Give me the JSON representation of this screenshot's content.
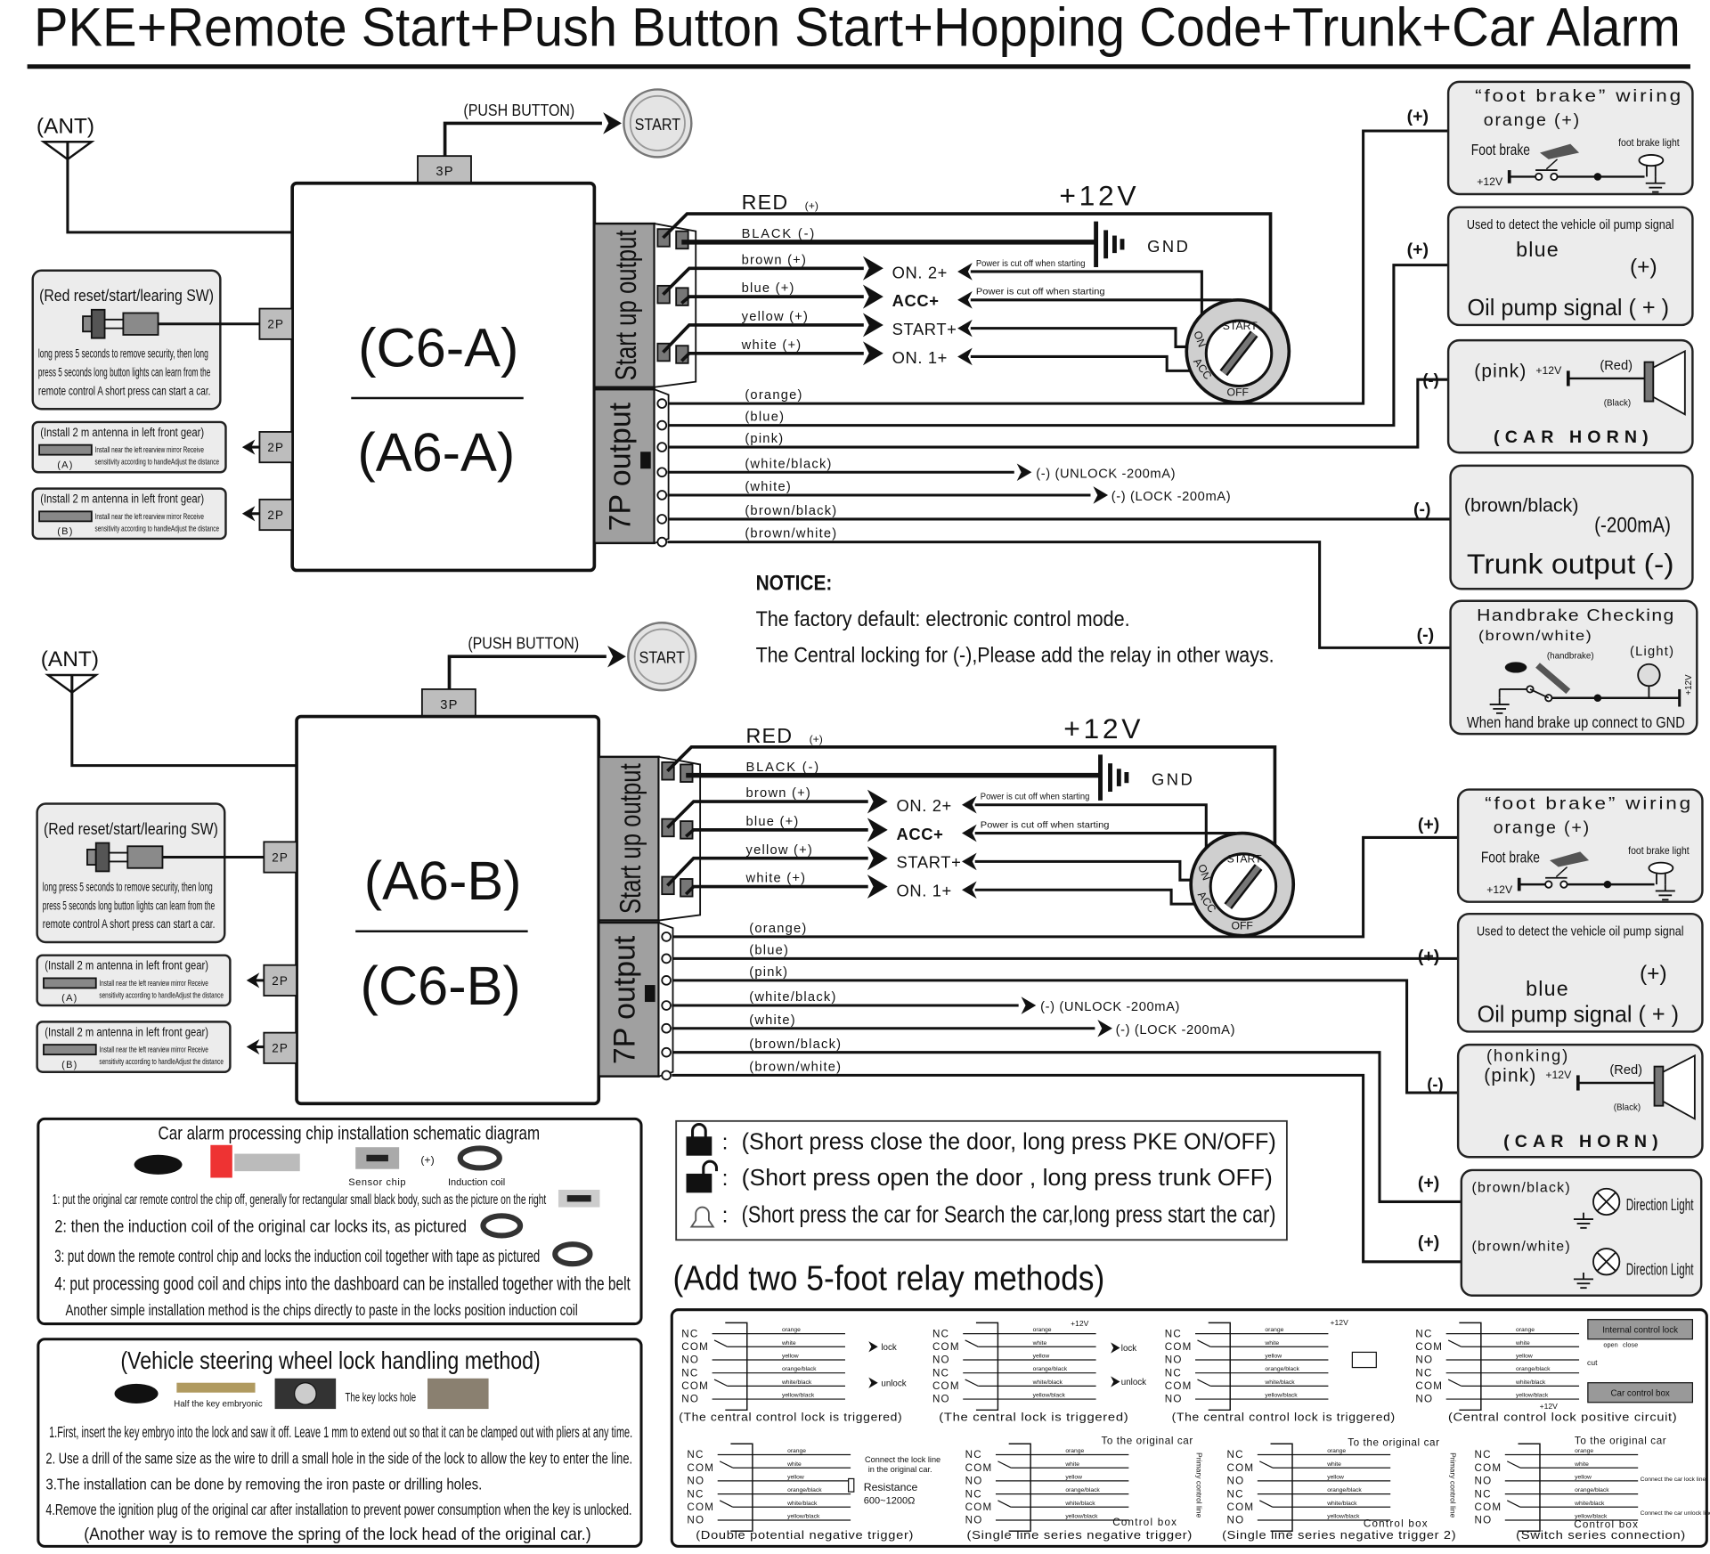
{
  "title": "PKE+Remote Start+Push Button Start+Hopping Code+Trunk+Car Alarm",
  "modules": [
    {
      "id_top": "(C6-A)",
      "id_bottom": "(A6-A)"
    },
    {
      "id_top": "(A6-B)",
      "id_bottom": "(C6-B)"
    }
  ],
  "common": {
    "ant": "(ANT)",
    "push_button": "(PUSH BUTTON)",
    "start_button": "START",
    "conn_3p": "3P",
    "conn_2p": "2P",
    "reset_sw": {
      "title": "(Red reset/start/learing SW)",
      "lines": [
        "long press 5 seconds to remove security, then long",
        "press  5 seconds long button lights can learn from the",
        "remote control  A short press can start a car."
      ]
    },
    "antennas": [
      {
        "title": "(Install 2 m antenna in left front gear)",
        "tag": "(A)"
      },
      {
        "title": "(Install 2 m antenna in left front gear)",
        "tag": "(B)"
      }
    ],
    "antenna_lines": [
      "Install near the left rearview mirror Receive",
      "sensitivity according to handleAdjust the distance"
    ],
    "startup_label": "Start up output",
    "out7p_label": "7P output",
    "v12": "+12V",
    "gnd": "GND",
    "red": "RED",
    "red_sign": "(+)",
    "black": "BLACK (-)",
    "power_wires": [
      "brown (+)",
      "blue (+)",
      "yellow (+)",
      "white (+)"
    ],
    "outputs": [
      "ON. 2+",
      "ACC+",
      "START+",
      "ON. 1+"
    ],
    "power_cut": "Power is cut off  when starting",
    "ignition": {
      "start": "START",
      "on": "ON",
      "acc": "ACC",
      "off": "OFF"
    },
    "out7p_wires": [
      "(orange)",
      "(blue)",
      "(pink)",
      "(white/black)",
      "(white)",
      "(brown/black)",
      "(brown/white)"
    ],
    "unlock": "(-) (UNLOCK -200mA)",
    "lock": "(-) (LOCK  -200mA)"
  },
  "panels_top": {
    "foot_brake": {
      "sign": "(+)",
      "title": "“foot brake”  wiring",
      "wire": "orange (+)",
      "pedal": "Foot brake",
      "light": "foot brake light",
      "v12": "+12V"
    },
    "oil_pump": {
      "sign": "(+)",
      "note": "Used to detect the vehicle oil pump signal",
      "wire": "blue",
      "out": "(+)",
      "title": "Oil pump signal ( + )"
    },
    "horn": {
      "sign": "(-)",
      "wire": "(pink)",
      "v12": "+12V",
      "red": "(Red)",
      "black": "(Black)",
      "title": "(CAR  HORN)"
    },
    "trunk": {
      "sign": "(-)",
      "wire": "(brown/black)",
      "current": "(-200mA)",
      "title": "Trunk  output (-)"
    },
    "handbrake": {
      "sign": "(-)",
      "title": "Handbrake Checking",
      "wire": "(brown/white)",
      "handbrake": "(handbrake)",
      "light": "(Light)",
      "v12": "+12V",
      "note": "When hand brake up connect to GND"
    }
  },
  "panels_bottom": {
    "foot_brake": {
      "sign": "(+)",
      "title": "“foot brake”  wiring",
      "wire": "orange (+)",
      "pedal": "Foot brake",
      "light": "foot brake light",
      "v12": "+12V"
    },
    "oil_pump": {
      "sign": "(+)",
      "note": "Used to detect the vehicle oil pump signal",
      "wire": "blue",
      "out": "(+)",
      "title": "Oil pump signal ( + )"
    },
    "horn": {
      "sign": "(-)",
      "honking": "(honking)",
      "wire": "(pink)",
      "v12": "+12V",
      "red": "(Red)",
      "black": "(Black)",
      "title": "(CAR  HORN)"
    },
    "direction": {
      "signs": [
        "(+)",
        "(+)"
      ],
      "wires": [
        "(brown/black)",
        "(brown/white)"
      ],
      "label": "Direction Light"
    }
  },
  "notice": {
    "heading": "NOTICE:",
    "lines": [
      "The factory default: electronic control mode.",
      "The Central locking for (-),Please add the relay in other ways."
    ]
  },
  "legend": {
    "colon": ":",
    "items": [
      {
        "icon": "lock-icon",
        "text": "(Short press close the door, long press PKE ON/OFF)"
      },
      {
        "icon": "unlock-icon",
        "text": "(Short press open the door , long press trunk OFF)"
      },
      {
        "icon": "bell-icon",
        "text": "(Short press the car for Search the car,long press start the car)"
      }
    ]
  },
  "chip_box": {
    "title": "Car alarm processing chip installation schematic diagram",
    "sensor_chip": "Sensor chip",
    "plus": "(+)",
    "induction_coil": "Induction coil",
    "lines": [
      "1: put the original car remote control the chip off, generally for rectangular small black body, such as the picture on the right",
      "2: then the induction coil of the original car locks its, as pictured",
      "3: put down the remote control chip and locks the induction coil together with tape as pictured",
      "4: put processing good coil and chips into the dashboard can be installed together with the belt",
      "Another simple installation method is the chips directly to paste in the locks position induction coil"
    ]
  },
  "steering_box": {
    "title": "(Vehicle steering wheel lock handling method)",
    "key_embryo": "Half the key embryonic",
    "key_hole": "The key locks hole",
    "lines": [
      "1.First, insert the key embryo into the lock and saw it off. Leave 1 mm to extend out so that it can be clamped out with pliers at any time.",
      "2. Use a drill of the same size as the wire to drill a small hole in the side of the lock to allow the key to enter the line.",
      "3.The installation can be done by removing the iron paste or drilling holes.",
      "4.Remove the ignition plug of the original car after installation to prevent power consumption when the key is unlocked.",
      "(Another way is to remove the spring of the lock head of the original car.)"
    ]
  },
  "relay": {
    "heading": "(Add two 5-foot relay methods)",
    "pins": [
      "NC",
      "COM",
      "NO",
      "NC",
      "COM",
      "NO"
    ],
    "wires": [
      "orange",
      "white",
      "yellow",
      "orange/black",
      "white/black",
      "yellow/black"
    ],
    "captions": [
      "(The central control lock is triggered)",
      "(The central lock is triggered)",
      "(The central control lock is triggered)",
      "(Central control lock positive circuit)",
      "(Double potential negative trigger)",
      "(Single line series negative trigger)",
      "(Single line series negative trigger  2)",
      "(Switch series connection)"
    ],
    "extras": {
      "lock": "lock",
      "unlock": "unlock",
      "v12": "+12V",
      "internal": "Internal control lock",
      "open": "open",
      "close": "close",
      "cut": "cut",
      "car_box": "Car control box",
      "connect_lock_1": "Connect the lock line",
      "connect_lock_2": "in the original car.",
      "resistance": "Resistance",
      "ohms": "600~1200Ω",
      "to_car": "To the original car",
      "primary": "Primary control line",
      "control_box": "Control box",
      "car_lock": "Connect the car lock line",
      "car_unlock": "Connect the car unlock line"
    }
  }
}
